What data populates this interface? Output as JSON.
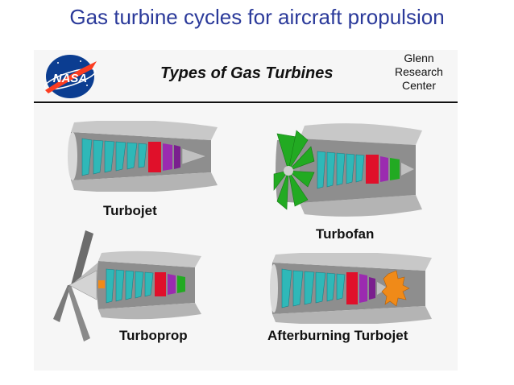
{
  "slide": {
    "title": "Gas turbine cycles for aircraft propulsion"
  },
  "header": {
    "logo_text": "NASA",
    "title": "Types  of  Gas  Turbines",
    "center_lines": [
      "Glenn",
      "Research",
      "Center"
    ]
  },
  "engines": [
    {
      "label": "Turbojet"
    },
    {
      "label": "Turbofan"
    },
    {
      "label": "Turboprop"
    },
    {
      "label": "Afterburning  Turbojet"
    }
  ],
  "colors": {
    "title": "#2b3a9a",
    "casing": "#a9a9a9",
    "compressor": "#2fb8b8",
    "burner": "#e0102a",
    "turbine": "#9b2bb0",
    "fan": "#22aa22",
    "afterburner": "#f08a18",
    "nasa_blue": "#0b3d91",
    "nasa_red": "#fc3d21"
  }
}
